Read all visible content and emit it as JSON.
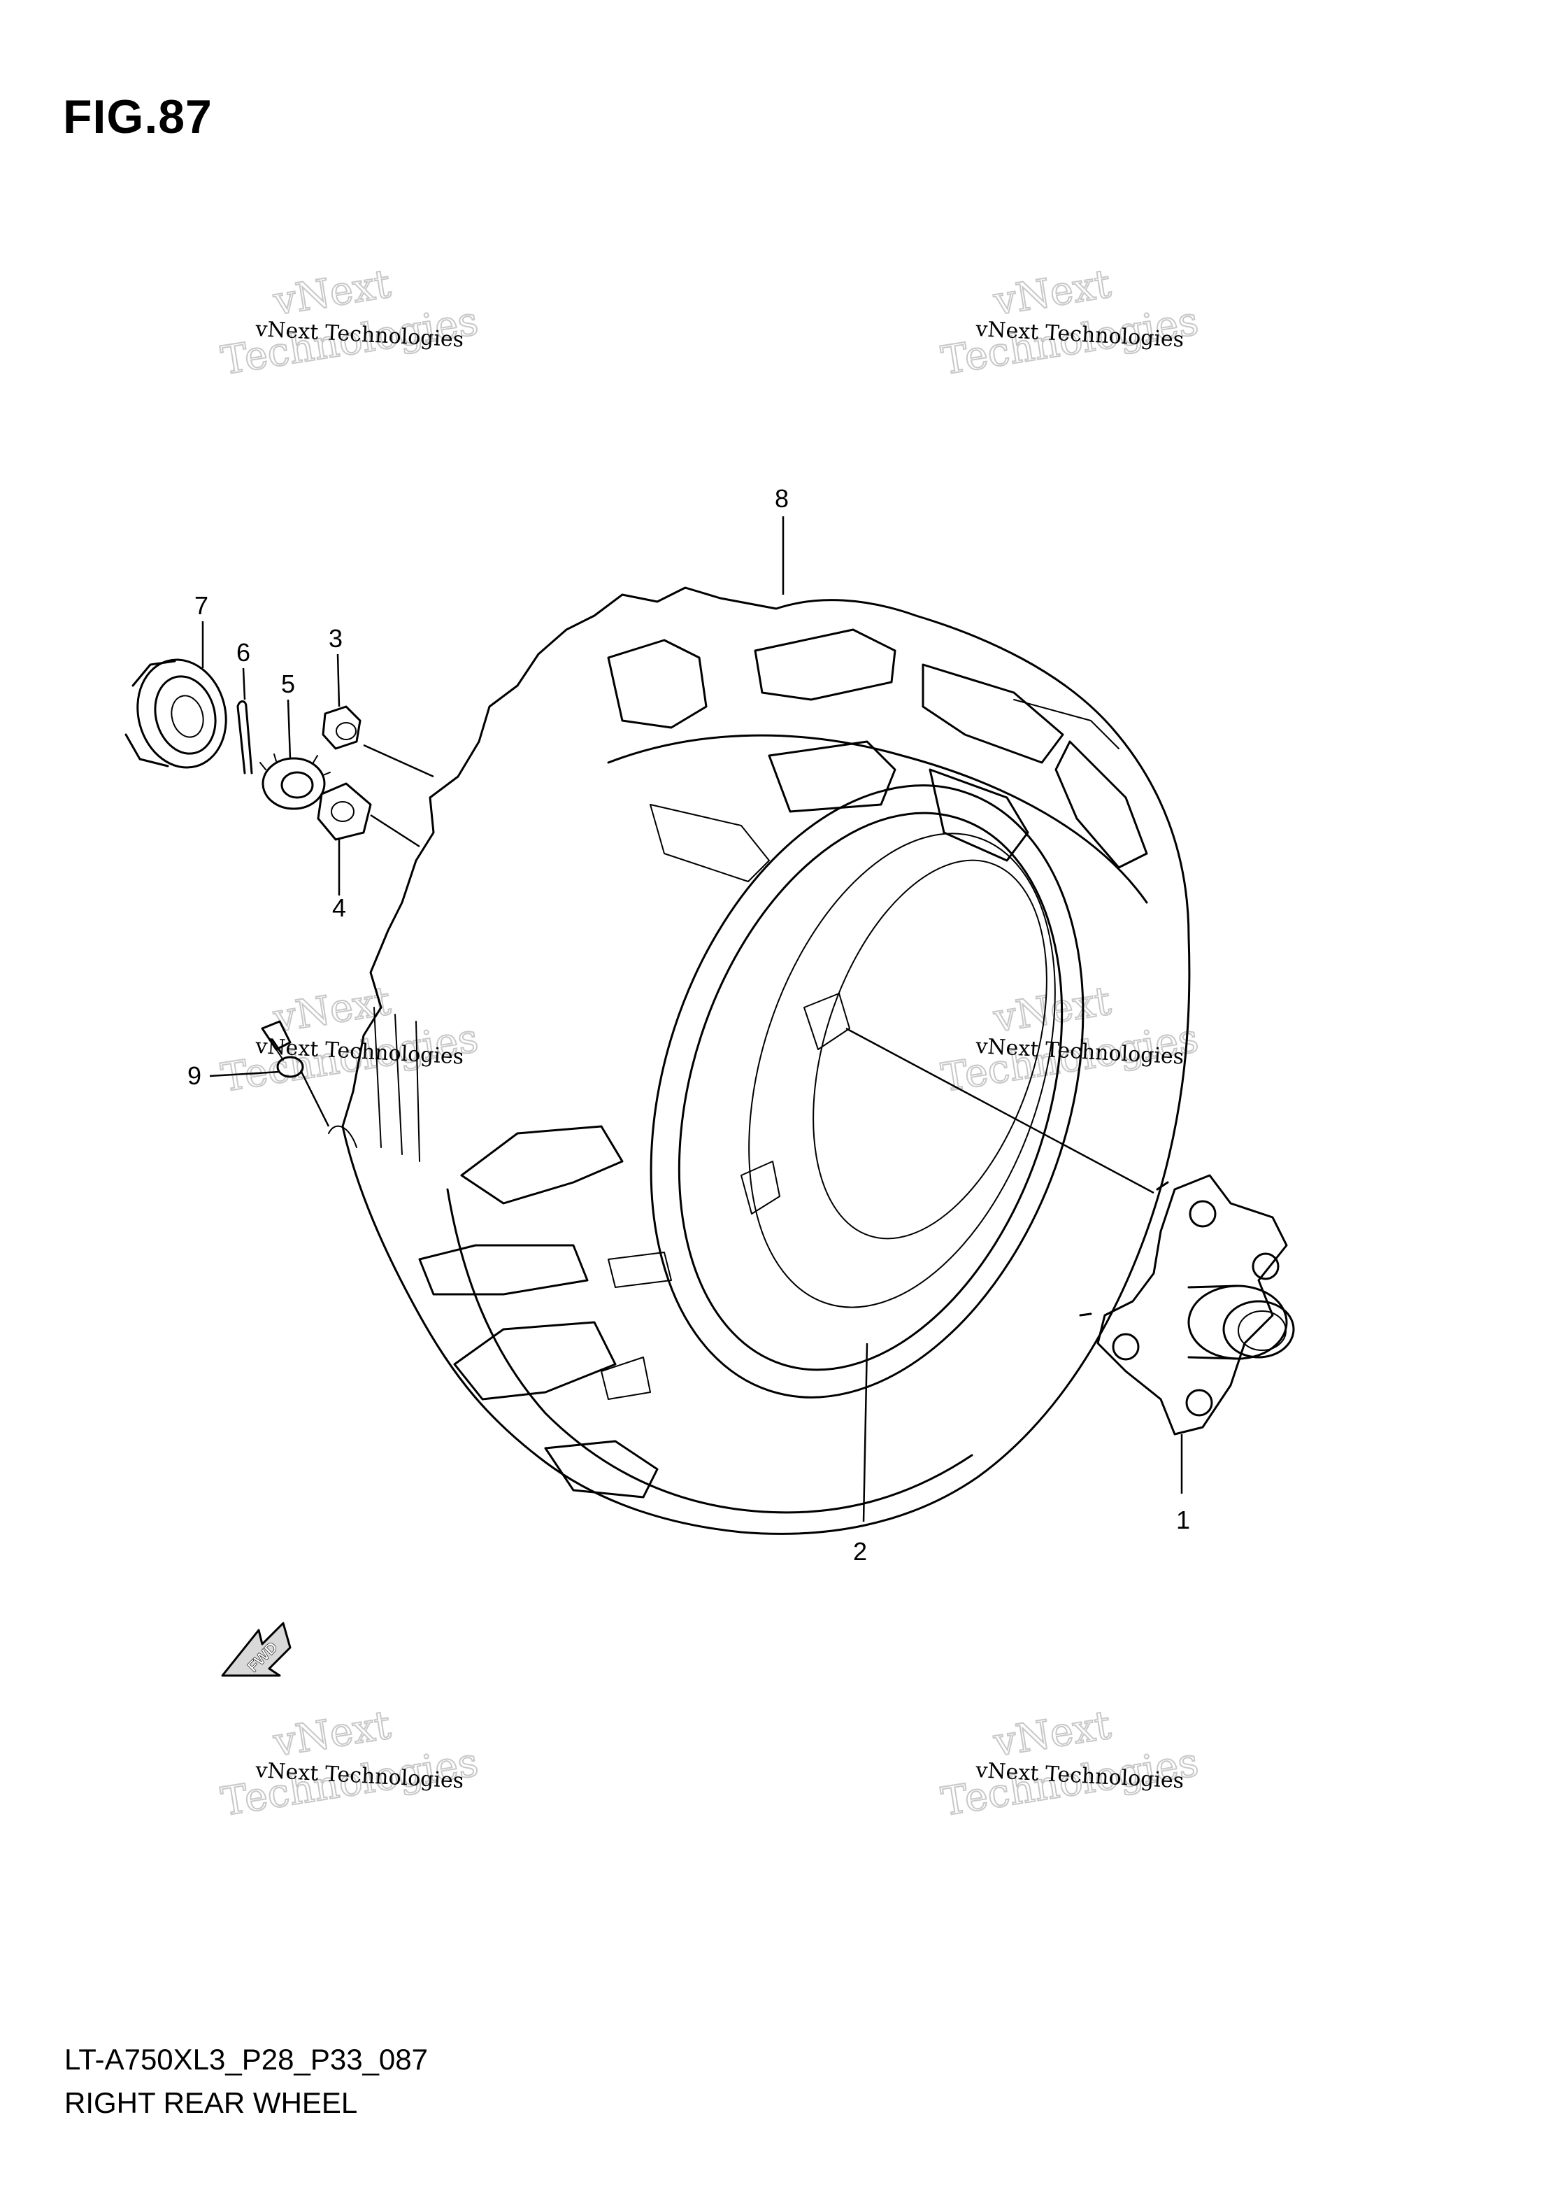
{
  "figure": {
    "title": "FIG.87",
    "model_code": "LT-A750XL3_P28_P33_087",
    "name": "RIGHT REAR WHEEL"
  },
  "watermarks": [
    {
      "small": "vNext Technologies",
      "big": "Technologies",
      "top_word": "vNext"
    },
    {
      "small": "vNext Technologies",
      "big": "Technologies",
      "top_word": "vNext"
    },
    {
      "small": "vNext Technologies",
      "big": "Technologies",
      "top_word": "vNext"
    },
    {
      "small": "vNext Technologies",
      "big": "Technologies",
      "top_word": "vNext"
    },
    {
      "small": "vNext Technologies",
      "big": "Technologies",
      "top_word": "vNext"
    },
    {
      "small": "vNext Technologies",
      "big": "Technologies",
      "top_word": "vNext"
    }
  ],
  "callouts": [
    "1",
    "2",
    "3",
    "4",
    "5",
    "6",
    "7",
    "8",
    "9"
  ],
  "direction_label": "FWD"
}
